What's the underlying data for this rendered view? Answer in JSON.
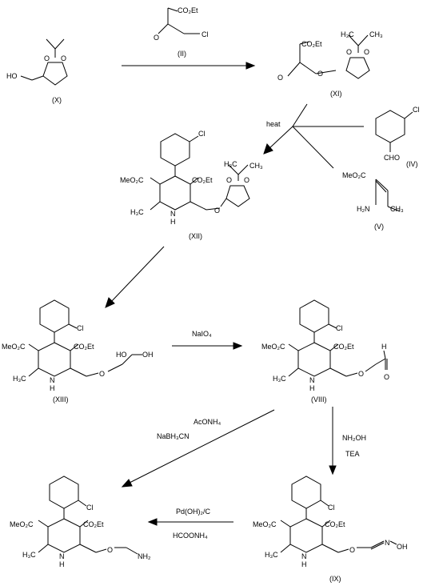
{
  "compounds": {
    "X": {
      "label": "(X)",
      "text": {
        "oh": "HO"
      }
    },
    "II": {
      "label": "(II)",
      "text": {
        "co2et": "CO₂Et",
        "cl": "Cl"
      }
    },
    "XI": {
      "label": "(XI)",
      "text": {
        "co2et": "CO₂Et",
        "o_ether": "O",
        "o_keto": "O"
      }
    },
    "IV": {
      "label": "(IV)",
      "text": {
        "cl": "Cl",
        "cho": "CHO"
      }
    },
    "V": {
      "label": "(V)",
      "text": {
        "meo2c": "MeO₂C",
        "h2n": "H₂N"
      }
    },
    "XII": {
      "label": "(XII)",
      "text": {
        "meo2c": "MeO₂C",
        "co2et": "CO₂Et",
        "cl": "Cl",
        "h3c": "H₃C",
        "nh": "N",
        "h": "H",
        "o": "O"
      }
    },
    "XIII": {
      "label": "(XIII)",
      "text": {
        "meo2c": "MeO₂C",
        "co2et": "CO₂Et",
        "cl": "Cl",
        "h3c": "H₃C",
        "nh": "N",
        "h": "H",
        "o": "O",
        "ho1": "HO",
        "oh2": "OH"
      }
    },
    "VIII": {
      "label": "(VIII)",
      "text": {
        "meo2c": "MeO₂C",
        "co2et": "CO₂Et",
        "cl": "Cl",
        "h3c": "H₃C",
        "nh": "N",
        "h": "H",
        "o": "O",
        "cho_h": "H",
        "cho_o": "O"
      }
    },
    "IX": {
      "label": "(IX)",
      "text": {
        "meo2c": "MeO₂C",
        "co2et": "CO₂Et",
        "cl": "Cl",
        "h3c": "H₃C",
        "nh": "N",
        "h": "H",
        "o": "O",
        "n": "N",
        "oh": "OH"
      }
    },
    "product": {
      "text": {
        "meo2c": "MeO₂C",
        "co2et": "CO₂Et",
        "cl": "Cl",
        "h3c": "H₃C",
        "nh": "N",
        "h": "H",
        "o": "O",
        "nh2": "NH₂"
      }
    }
  },
  "reagents": {
    "heat": "heat",
    "naio4": "NaIO₄",
    "aconh4": "AcONH₄",
    "nabh3cn": "NaBH₃CN",
    "nh2oh": "NH₂OH",
    "tea": "TEA",
    "pdoh2c": "Pd(OH)₂/C",
    "hcoonh4": "HCOONH₄"
  }
}
